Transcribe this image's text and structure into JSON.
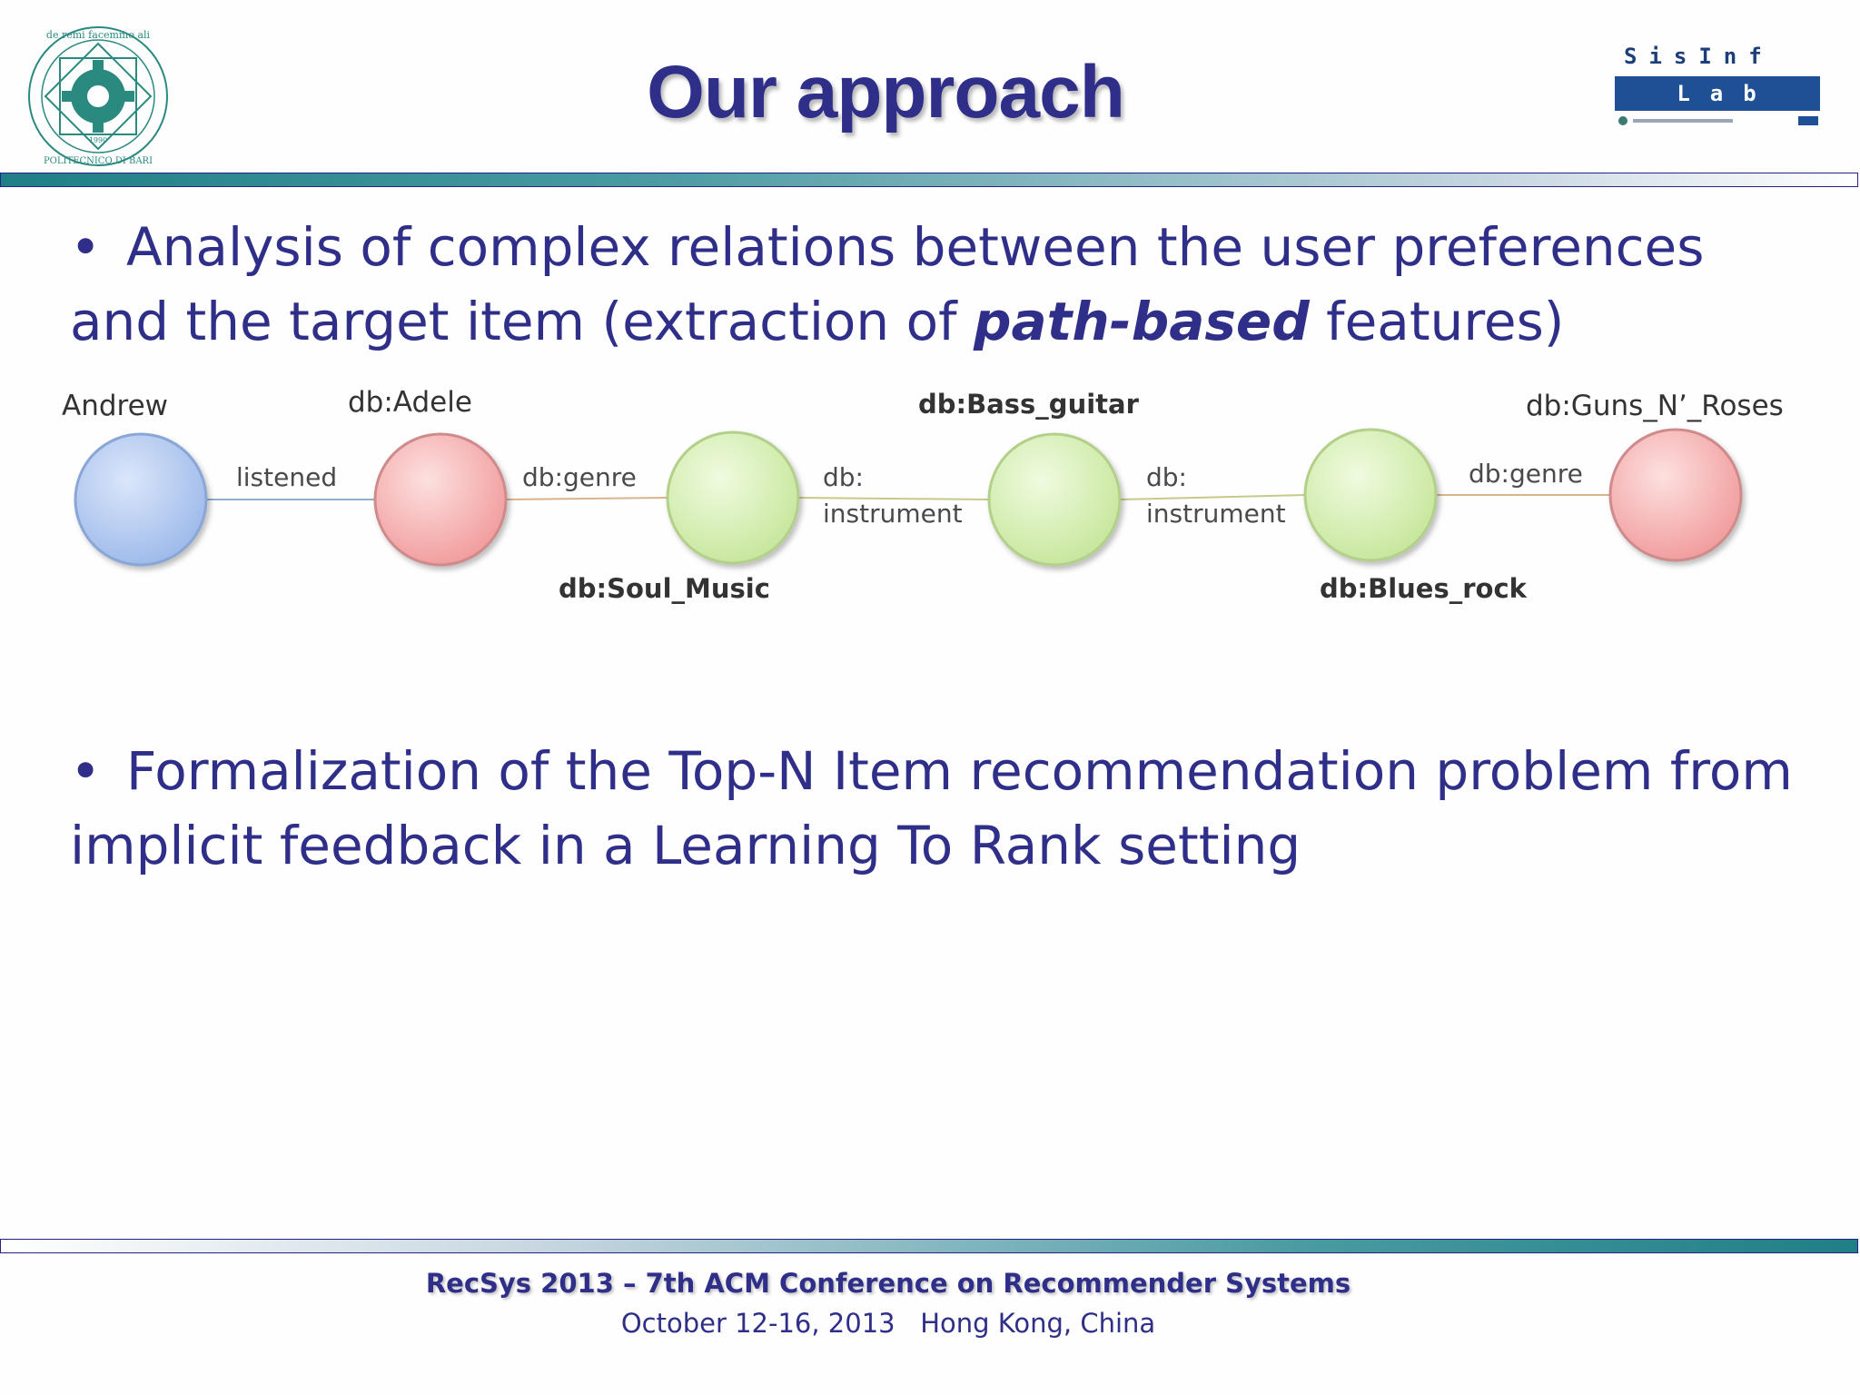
{
  "slide": {
    "title": "Our approach",
    "bullet1": {
      "pre": "Analysis of complex relations between the user preferences and the target item (extraction of ",
      "emph": "path-based",
      "post": " features)"
    },
    "bullet2": "Formalization of the Top-N Item recommendation problem from implicit feedback in a Learning To Rank setting",
    "bullet_glyph": "•"
  },
  "logos": {
    "left_motto": "de remi facemmo ali",
    "left_name": "POLITECNICO DI BARI",
    "left_year": "1990",
    "right_top": "SisInf",
    "right_box": "Lab"
  },
  "diagram": {
    "nodes": [
      {
        "id": "andrew",
        "label": "Andrew",
        "color": "#a9c4ee"
      },
      {
        "id": "adele",
        "label": "db:Adele",
        "color": "#f5a5a5"
      },
      {
        "id": "soul",
        "label": "db:Soul_Music",
        "color": "#cdeaa0"
      },
      {
        "id": "bass",
        "label": "db:Bass_guitar",
        "color": "#cdeaa0"
      },
      {
        "id": "blues",
        "label": "db:Blues_rock",
        "color": "#cdeaa0"
      },
      {
        "id": "guns",
        "label": "db:Guns_N’_Roses",
        "color": "#f5a5a5"
      }
    ],
    "edges": [
      {
        "from": "andrew",
        "to": "adele",
        "label": "listened"
      },
      {
        "from": "adele",
        "to": "soul",
        "label": "db:genre"
      },
      {
        "from": "soul",
        "to": "bass",
        "label": "db:\ninstrument"
      },
      {
        "from": "bass",
        "to": "blues",
        "label": "db:\ninstrument"
      },
      {
        "from": "blues",
        "to": "guns",
        "label": "db:genre"
      }
    ]
  },
  "footer": {
    "line1": "RecSys 2013 – 7th ACM Conference on Recommender Systems",
    "line2": "October 12-16, 2013   Hong Kong, China"
  }
}
